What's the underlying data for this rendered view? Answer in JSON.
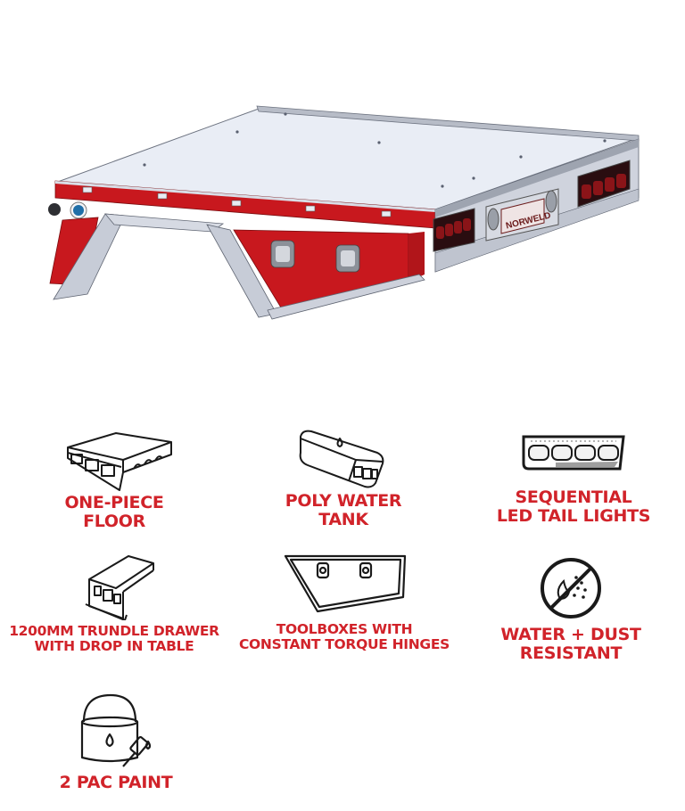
{
  "hero": {
    "product": "tray-with-toolboxes-render",
    "plate_text": "NORWELD",
    "colors": {
      "red": "#c8181e",
      "deck": "#e7ebf4",
      "frame": "#b9bfcc",
      "lights": "#8a1418"
    }
  },
  "features": [
    {
      "id": "one-piece-floor",
      "icon": "floor-icon",
      "line1": "ONE-PIECE",
      "line2": "FLOOR"
    },
    {
      "id": "poly-water-tank",
      "icon": "water-tank-icon",
      "line1": "POLY WATER",
      "line2": "TANK"
    },
    {
      "id": "led-tail-lights",
      "icon": "tail-lights-icon",
      "line1": "SEQUENTIAL",
      "line2": "LED TAIL LIGHTS"
    },
    {
      "id": "trundle-drawer",
      "icon": "drawer-icon",
      "line1": "1200MM TRUNDLE DRAWER",
      "line2": "WITH DROP IN TABLE"
    },
    {
      "id": "toolboxes",
      "icon": "toolbox-icon",
      "line1": "TOOLBOXES WITH",
      "line2": "CONSTANT TORQUE HINGES"
    },
    {
      "id": "water-dust-resistant",
      "icon": "water-dust-icon",
      "line1": "WATER + DUST",
      "line2": "RESISTANT"
    },
    {
      "id": "2-pac-paint",
      "icon": "paint-bucket-icon",
      "line1": "2 PAC PAINT"
    }
  ],
  "accent_color": "#d1232a"
}
